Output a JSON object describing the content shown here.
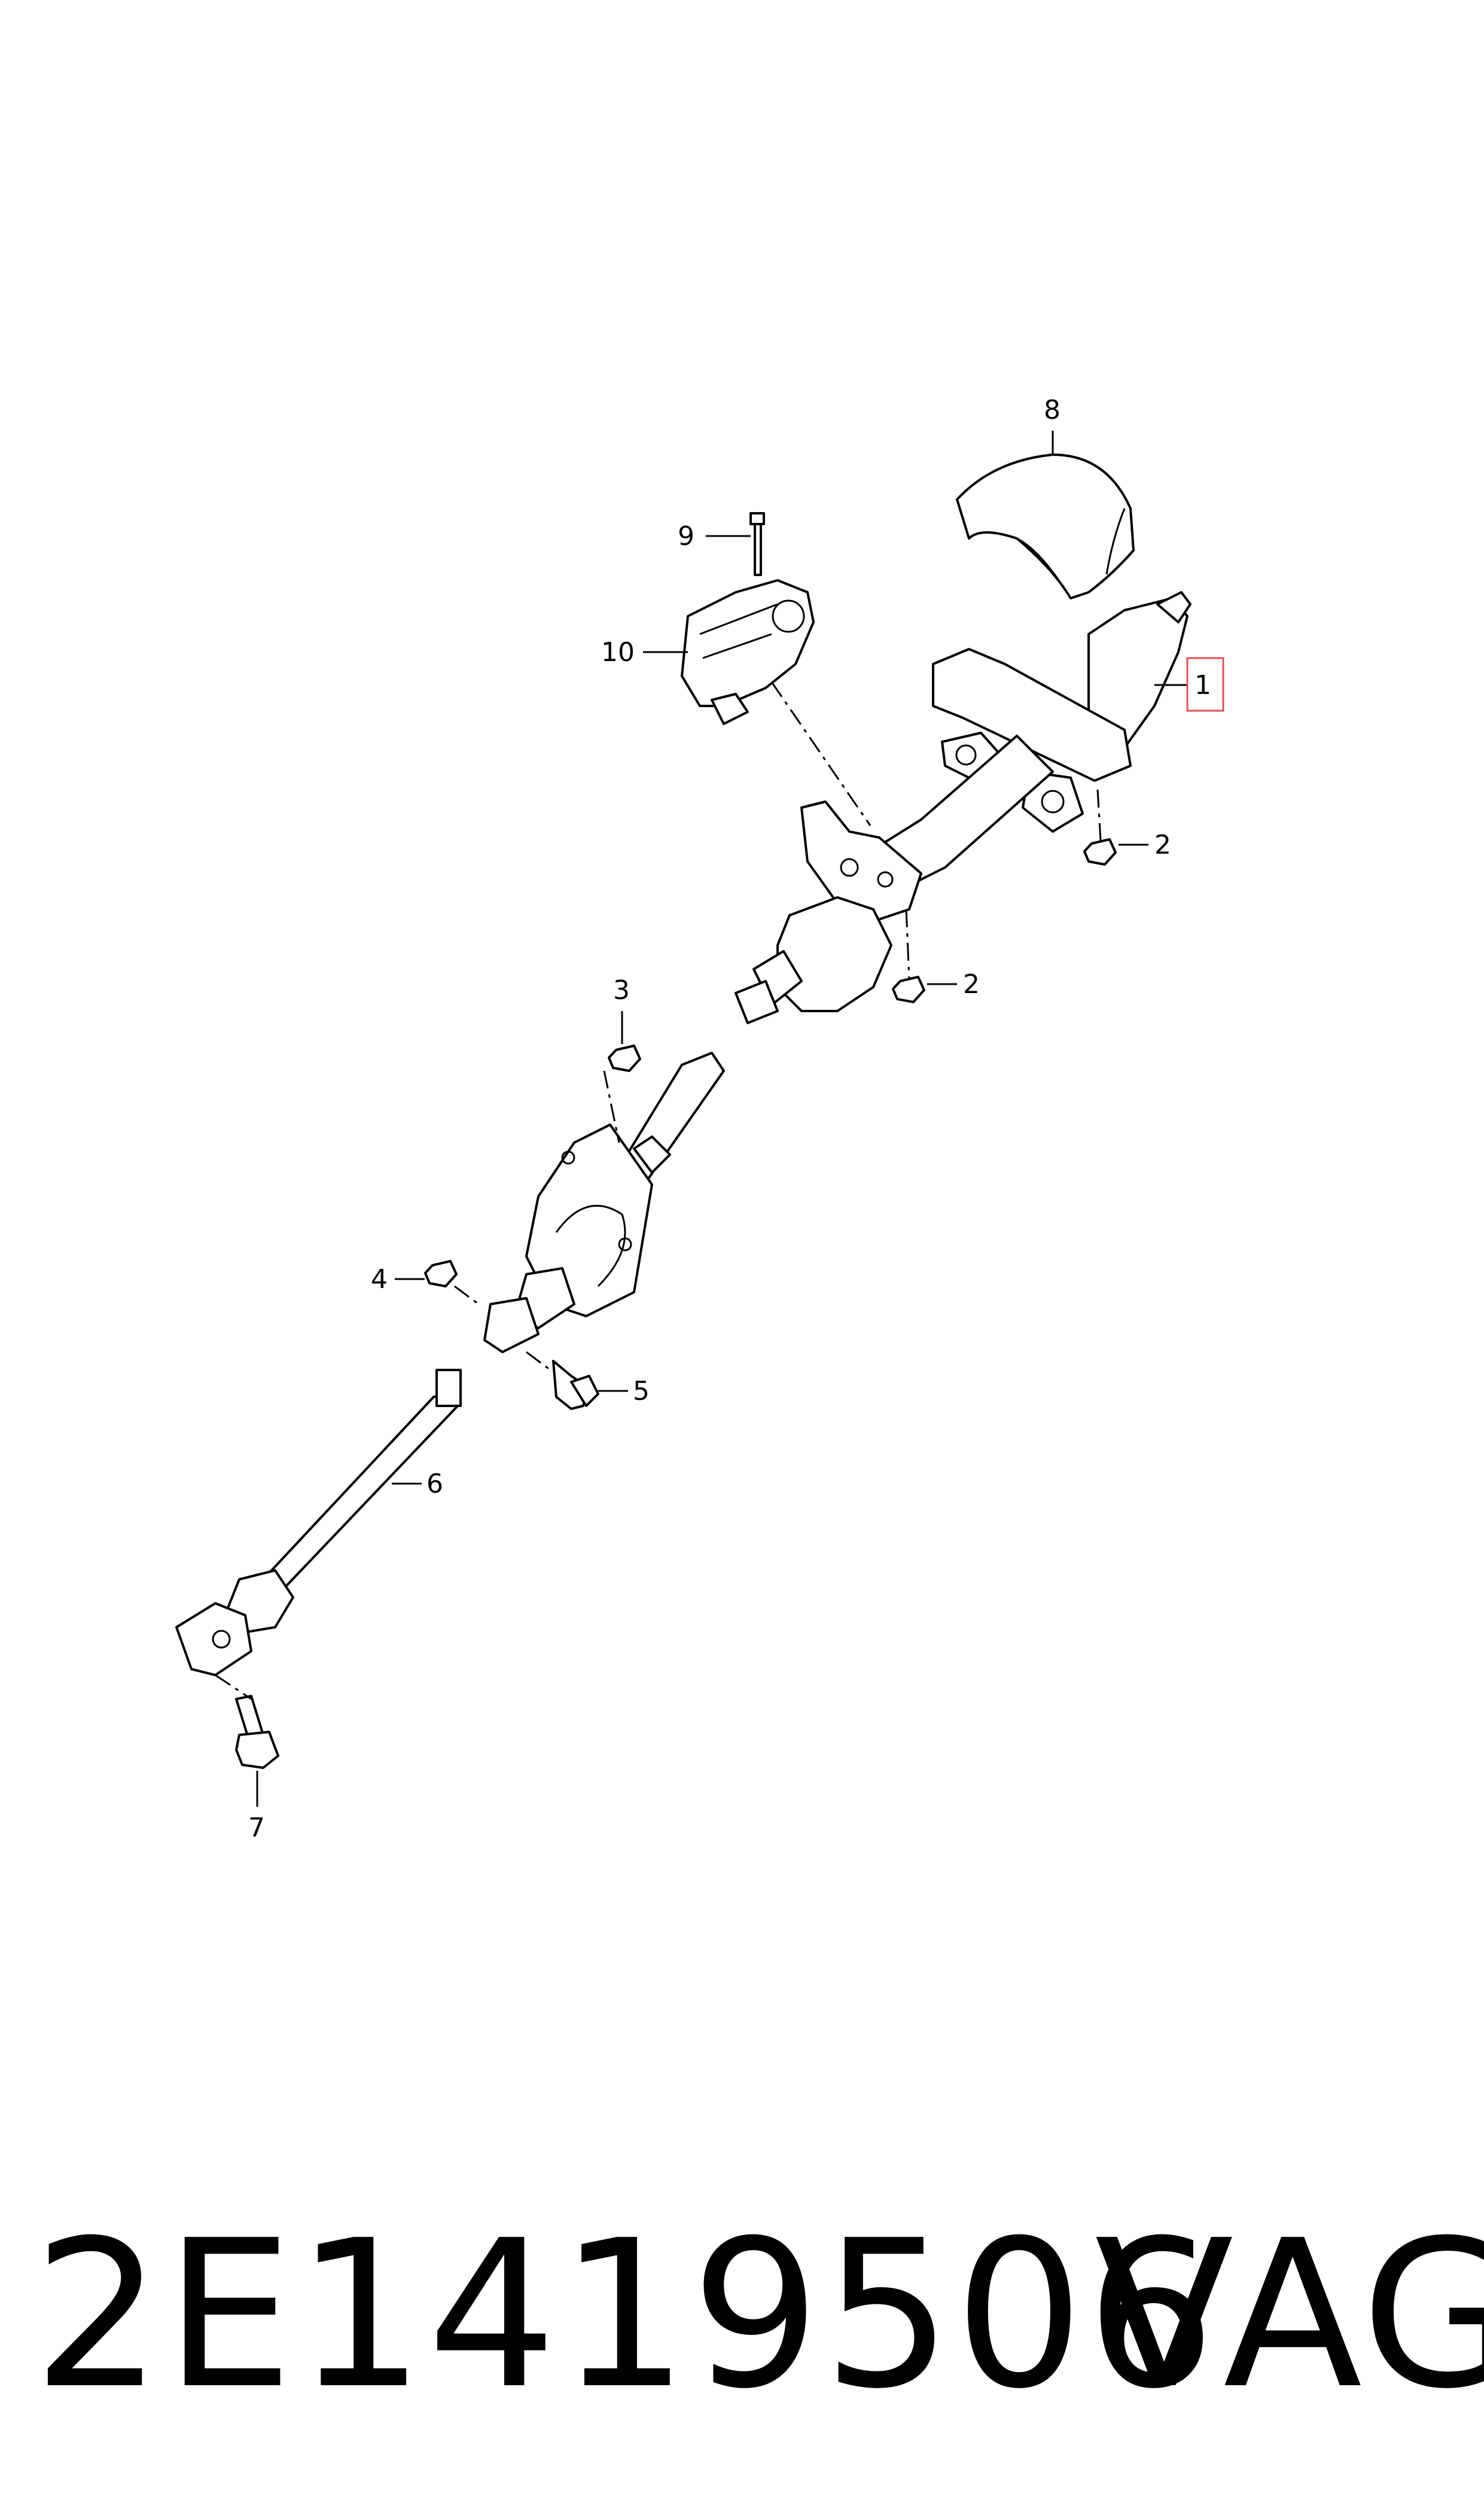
{
  "diagram": {
    "callouts": [
      {
        "id": "1",
        "label": "1",
        "highlighted": true
      },
      {
        "id": "2a",
        "label": "2"
      },
      {
        "id": "2b",
        "label": "2"
      },
      {
        "id": "3",
        "label": "3"
      },
      {
        "id": "4",
        "label": "4"
      },
      {
        "id": "5",
        "label": "5"
      },
      {
        "id": "6",
        "label": "6"
      },
      {
        "id": "7",
        "label": "7"
      },
      {
        "id": "8",
        "label": "8"
      },
      {
        "id": "9",
        "label": "9"
      },
      {
        "id": "10",
        "label": "10"
      }
    ],
    "highlight_color": "#e05050"
  },
  "footer": {
    "part_number": "2E1419506",
    "brand": "VAG"
  }
}
